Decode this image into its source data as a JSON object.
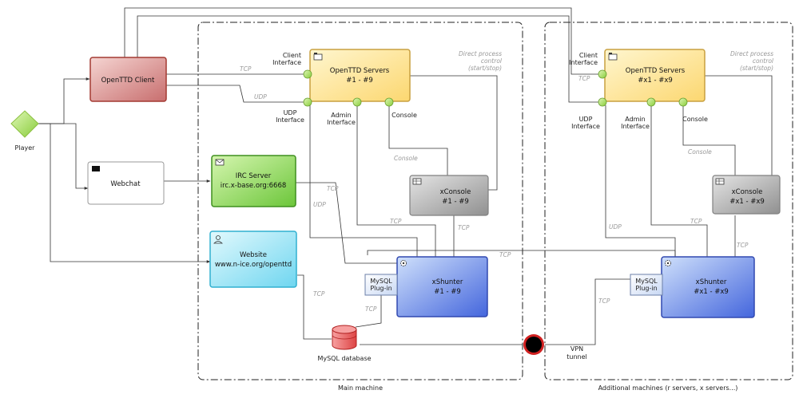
{
  "actors": {
    "player": "Player"
  },
  "nodes": {
    "client": "OpenTTD Client",
    "webchat": "Webchat",
    "irc": [
      "IRC Server",
      "irc.x-base.org:6668"
    ],
    "website": [
      "Website",
      "www.n-ice.org/openttd"
    ],
    "servers_main": [
      "OpenTTD Servers",
      "#1 - #9"
    ],
    "xconsole_main": [
      "xConsole",
      "#1 - #9"
    ],
    "xshunter_main": [
      "xShunter",
      "#1 - #9"
    ],
    "mysql_plugin_main": [
      "MySQL",
      "Plug-in"
    ],
    "mysql_db": "MySQL database",
    "servers_add": [
      "OpenTTD Servers",
      "#x1 - #x9"
    ],
    "xconsole_add": [
      "xConsole",
      "#x1 - #x9"
    ],
    "xshunter_add": [
      "xShunter",
      "#x1 - #x9"
    ],
    "mysql_plugin_add": [
      "MySQL",
      "Plug-in"
    ],
    "vpn": [
      "VPN",
      "tunnel"
    ]
  },
  "interfaces": {
    "client_main": [
      "Client",
      "Interface"
    ],
    "udp_main": [
      "UDP",
      "Interface"
    ],
    "admin_main": [
      "Admin",
      "Interface"
    ],
    "console_main": "Console",
    "client_add": [
      "Client",
      "Interface"
    ],
    "udp_add": [
      "UDP",
      "Interface"
    ],
    "admin_add": [
      "Admin",
      "Interface"
    ],
    "console_add": "Console"
  },
  "annotations": {
    "direct_main": [
      "Direct process",
      "control",
      "(start/stop)"
    ],
    "direct_add": [
      "Direct process",
      "control",
      "(start/stop)"
    ]
  },
  "protocols": {
    "tcp1": "TCP",
    "udp1": "UDP",
    "console_m": "Console",
    "tcp2": "TCP",
    "udp2": "UDP",
    "tcp3": "TCP",
    "tcp4": "TCP",
    "tcp5": "TCP",
    "tcp6": "TCP",
    "tcp7": "TCP",
    "tcp_a1": "TCP",
    "console_a": "Console",
    "udp_a": "UDP",
    "tcp_a2": "TCP",
    "tcp_a3": "TCP",
    "tcp_a4": "TCP"
  },
  "boundaries": {
    "main": "Main machine",
    "additional": "Additional machines (r servers, x servers...)"
  },
  "colors": {
    "client_fill": "#d98a8a",
    "client_stroke": "#a33a32",
    "server_fill": "#fde59a",
    "server_stroke": "#c8a040",
    "irc_fill": "#8fd65a",
    "irc_stroke": "#3f8f1f",
    "website_fill": "#a8e8f6",
    "website_stroke": "#30b0d0",
    "xconsole_fill": "#b0b0b0",
    "xconsole_stroke": "#808080",
    "xshunter_fill": "#8fb0ee",
    "xshunter_stroke": "#3048b0",
    "db_fill": "#ee6666",
    "db_stroke": "#b02020",
    "gateway_fill": "#a8e060",
    "port_fill": "#a8e060"
  },
  "icons": {
    "servers": "folder-icon",
    "webchat": "envelope-icon",
    "irc": "envelope-icon",
    "website": "user-icon",
    "xconsole": "table-icon",
    "xshunter": "gear-icon"
  }
}
